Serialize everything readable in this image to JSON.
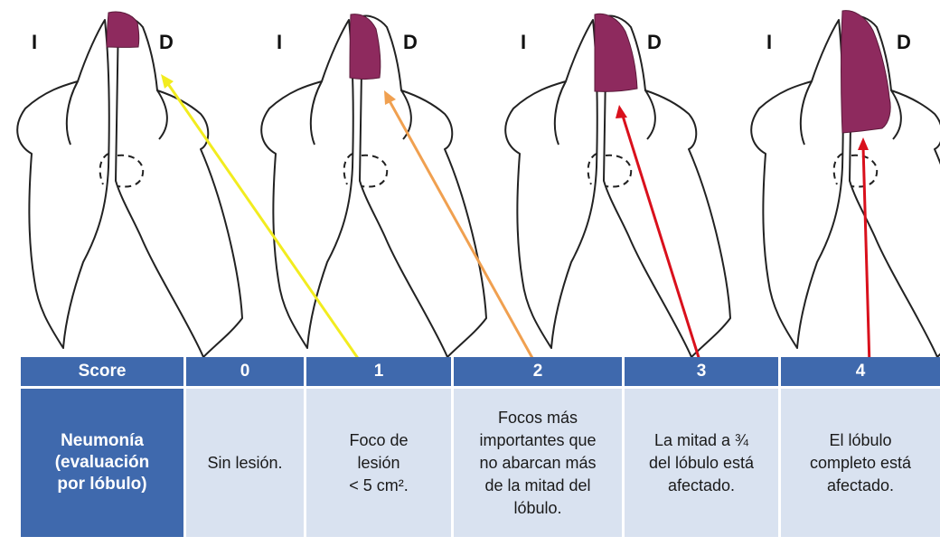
{
  "diagram": {
    "side_labels": {
      "left": "I",
      "right": "D"
    },
    "lesion_color": "#8e2a5e",
    "arrow_colors": [
      "#f2ec1f",
      "#f0a050",
      "#d9101c",
      "#d9101c"
    ]
  },
  "table": {
    "header": {
      "label": "Score",
      "scores": [
        "0",
        "1",
        "2",
        "3",
        "4"
      ]
    },
    "row": {
      "label_lines": [
        "Neumonía",
        "(evaluación",
        "por lóbulo)"
      ],
      "cells": [
        {
          "lines": [
            "Sin lesión."
          ]
        },
        {
          "lines": [
            "Foco de",
            "lesión",
            "< 5 cm²."
          ]
        },
        {
          "lines": [
            "Focos más",
            "importantes que",
            "no abarcan más",
            "de la mitad del",
            "lóbulo."
          ]
        },
        {
          "lines": [
            "La mitad a ¾",
            "del lóbulo está",
            "afectado."
          ]
        },
        {
          "lines": [
            "El lóbulo",
            "completo está",
            "afectado."
          ]
        }
      ]
    },
    "colors": {
      "header_bg": "#3f69ad",
      "cell_bg": "#d9e2f0"
    }
  }
}
